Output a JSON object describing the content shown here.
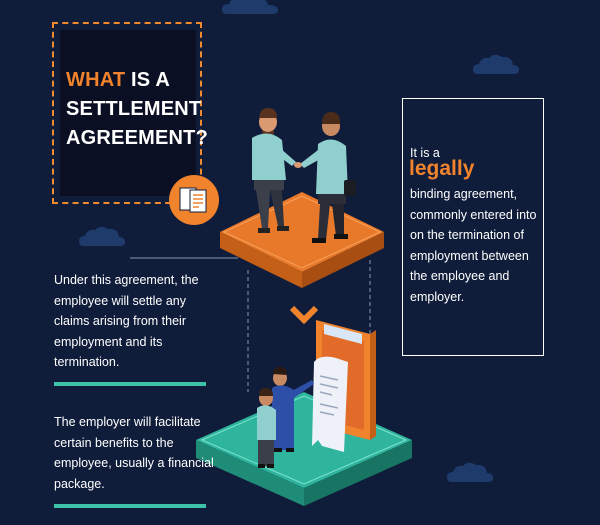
{
  "title": {
    "highlight": "WHAT",
    "rest_line1": " IS A",
    "line2": "SETTLEMENT",
    "line3": "AGREEMENT?"
  },
  "definition": {
    "intro": "It is a",
    "emphasis": "legally",
    "body": "binding agreement, commonly entered into on the termination of employment between the employee and employer."
  },
  "paragraphs": [
    "Under this agreement, the employee will settle any claims arising from their employment and its termination.",
    "The employer will facilitate certain benefits to the employee, usually a financial package."
  ],
  "colors": {
    "background": "#0f1c3a",
    "accent_orange": "#f0832c",
    "accent_teal": "#3ec1a9",
    "text": "#ffffff"
  },
  "icons": [
    "document-icon",
    "handshake-illustration",
    "document-receipt-illustration",
    "chevron-down-icon",
    "cloud-icon"
  ]
}
